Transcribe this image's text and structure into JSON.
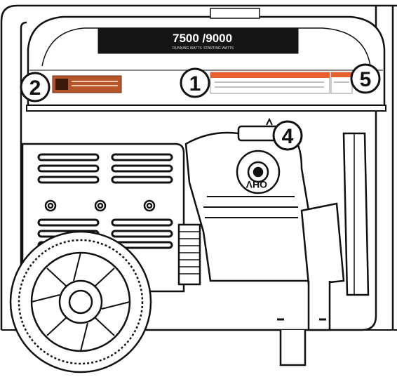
{
  "tank": {
    "model_number": "7500 /9000",
    "sub_left": "RUNNING WATTS",
    "sub_right": "STARTING WATTS"
  },
  "engine": {
    "brand_mark": "OHV"
  },
  "callouts": [
    {
      "id": "1",
      "label": "1"
    },
    {
      "id": "2",
      "label": "2"
    },
    {
      "id": "4",
      "label": "4"
    },
    {
      "id": "5",
      "label": "5"
    }
  ],
  "colors": {
    "line": "#111111",
    "warning_orange": "#e8602c",
    "warning_brown": "#b4562a",
    "panel_black": "#111111"
  }
}
